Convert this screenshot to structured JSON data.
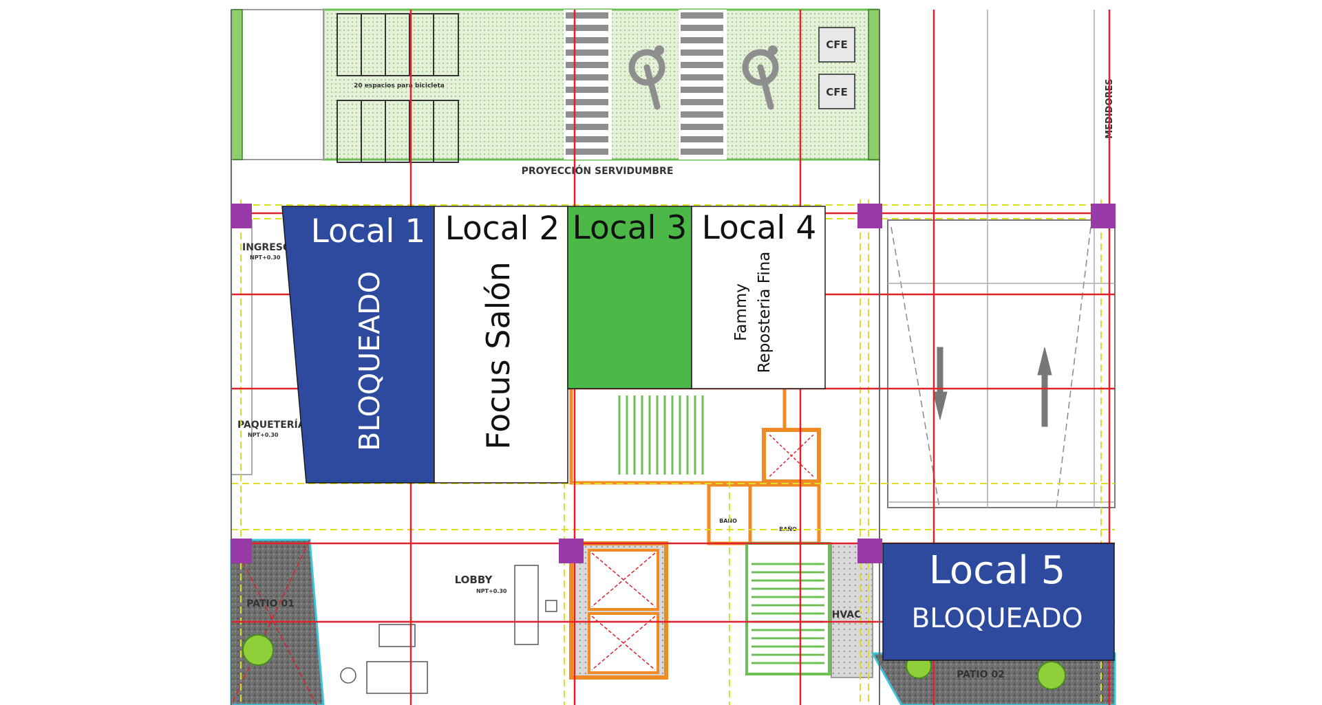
{
  "plan": {
    "labels": {
      "cfe_1": "CFE",
      "cfe_2": "CFE",
      "bike_note": "20 espacios para bicicleta",
      "servidumbre": "PROYECCIÓN SERVIDUMBRE",
      "medidores": "MEDIDORES",
      "ingreso": "INGRESO",
      "ingreso_npt": "NPT+0.30",
      "paqueteria": "PAQUETERÍA",
      "paqueteria_npt": "NPT+0.30",
      "lobby": "LOBBY",
      "lobby_npt": "NPT+0.30",
      "bano_1": "BAÑO",
      "bano_2": "BAÑO",
      "hvac": "HVAC",
      "patio_01": "PATIO 01",
      "patio_02": "PATIO 02"
    },
    "locals": [
      {
        "title": "Local 1",
        "status": "BLOQUEADO",
        "color": "#2e4a9e"
      },
      {
        "title": "Local 2",
        "tenant": "Focus Salón",
        "color": "#ffffff"
      },
      {
        "title": "Local 3",
        "color": "#4cb848"
      },
      {
        "title": "Local 4",
        "tenant_line1": "Fammy",
        "tenant_line2": "Reposteria Fina",
        "color": "#ffffff"
      },
      {
        "title": "Local 5",
        "status": "BLOQUEADO",
        "color": "#2e4a9e"
      }
    ]
  },
  "colors": {
    "grid_red": "#e0202a",
    "column_purple": "#9a3aa8",
    "wall_orange": "#f08a24",
    "green_area": "#dcedc8",
    "dash_yellow": "#dede22",
    "blocked_blue": "#2e4a9e",
    "available_green": "#4cb848"
  }
}
